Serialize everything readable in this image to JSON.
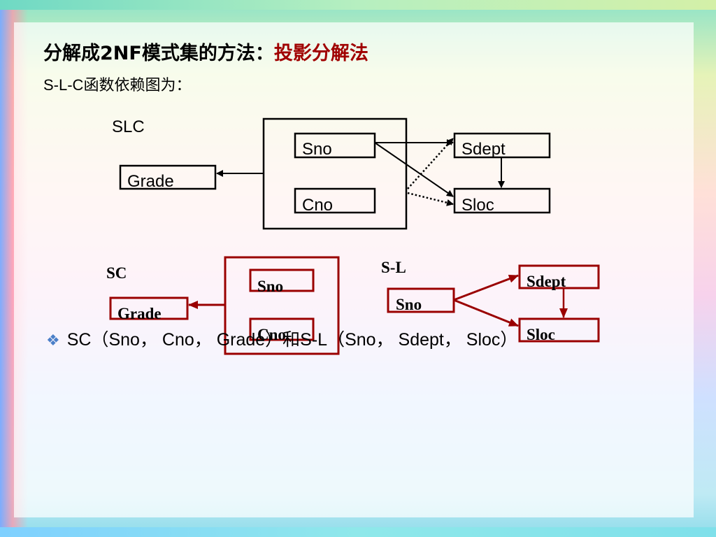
{
  "title": {
    "main": "分解成2NF模式集的方法：",
    "accent": "投影分解法"
  },
  "subtitle": "S-L-C函数依赖图为：",
  "diagram_slc": {
    "label": "SLC",
    "boxes": {
      "sno": "Sno",
      "cno": "Cno",
      "grade": "Grade",
      "sdept": "Sdept",
      "sloc": "Sloc"
    }
  },
  "diagram_sc": {
    "label": "SC",
    "boxes": {
      "sno": "Sno",
      "cno": "Cno",
      "grade": "Grade"
    }
  },
  "diagram_sl": {
    "label": "S-L",
    "boxes": {
      "sno": "Sno",
      "sdept": "Sdept",
      "sloc": "Sloc"
    }
  },
  "bullet_text": "SC（Sno， Cno， Grade）和S-L（Sno， Sdept， Sloc）",
  "colors": {
    "accent": "#a00000",
    "box_red": "#9a0000",
    "bullet_icon": "#4a7fc8"
  },
  "bullet_icon": "diamond-cluster-icon"
}
